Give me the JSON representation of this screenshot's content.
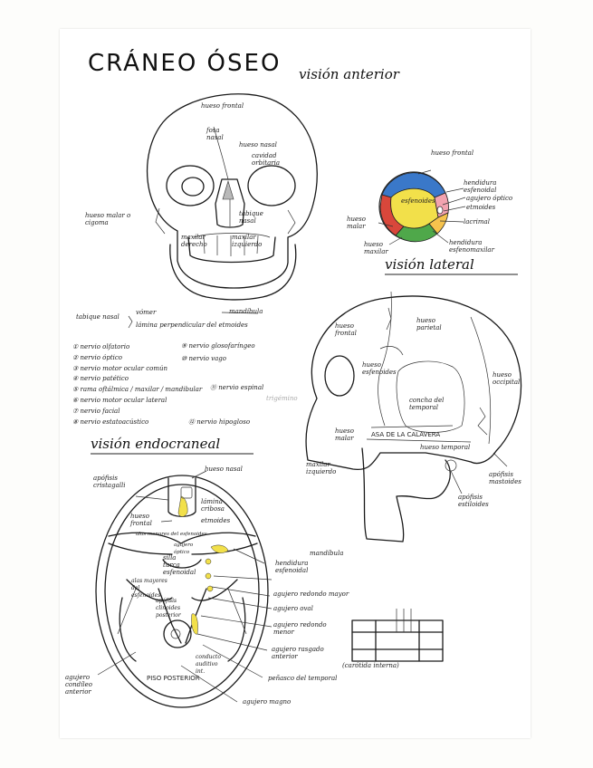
{
  "title": "CRÁNEO ÓSEO",
  "headings": {
    "anterior": "visión anterior",
    "lateral": "visión lateral",
    "endocraneal": "visión endocraneal"
  },
  "anterior_labels": {
    "hueso_frontal": "hueso frontal",
    "fosa_nasal": "fosa nasal",
    "hueso_nasal": "hueso nasal",
    "cavidad_orbitaria": "cavidad orbitaria",
    "hueso_malar": "hueso malar o cigoma",
    "tabique_nasal": "tabique nasal",
    "maxilar_derecho": "maxilar derecho",
    "maxilar_izquierdo": "maxilar izquierdo",
    "mandibula": "mandíbula"
  },
  "orbit_labels": {
    "hueso_frontal": "hueso frontal",
    "hendidura_esfenoidal": "hendidura esfenoidal",
    "agujero_optico": "agujero óptico",
    "etmoides": "etmoides",
    "esfenoides": "esfenoides",
    "lacrimal": "lacrimal",
    "hueso_malar": "hueso malar",
    "hueso_maxilar": "hueso maxilar",
    "hendidura_esfenomaxilar": "hendidura esfenomaxilar"
  },
  "orbit_colors": {
    "frontal": "#3a78c9",
    "malar": "#d9473b",
    "esfenoides": "#f2e04a",
    "maxilar": "#4fa84a",
    "etmoides": "#f3a3b0",
    "lacrimal": "#f6c34d"
  },
  "tabique": {
    "label": "tabique nasal",
    "vomer": "vómer",
    "lamina": "lámina perpendicular del etmoides"
  },
  "nerves": {
    "left": [
      "① nervio olfatorio",
      "② nervio óptico",
      "③ nervio motor ocular común",
      "④ nervio patético",
      "⑤ rama oftálmica / maxilar / mandibular",
      "⑥ nervio motor ocular lateral",
      "⑦ nervio facial",
      "⑧ nervio estatoacústico"
    ],
    "right": [
      "⑨ nervio glosofaríngeo",
      "⑩ nervio vago",
      "⑪ nervio espinal",
      "⑫ nervio hipogloso"
    ],
    "trigemino": "trigémino"
  },
  "lateral_labels": {
    "hueso_frontal": "hueso frontal",
    "hueso_parietal": "hueso parietal",
    "hueso_esfenoides": "hueso esfenoides",
    "concha_temporal": "concha del temporal",
    "hueso_occipital": "hueso occipital",
    "hueso_malar": "hueso malar",
    "asa_calavera": "ASA DE LA CALAVERA",
    "hueso_temporal": "hueso temporal",
    "maxilar_izquierdo": "maxilar izquierdo",
    "apofisis_mastoides": "apófisis mastoides",
    "apofisis_estiloides": "apófisis estiloides",
    "mandibula": "mandíbula"
  },
  "endo_labels": {
    "apofisis_crista": "apófisis cristagalli",
    "hueso_nasal": "hueso nasal",
    "lamina_cribosa": "lámina cribosa",
    "etmoides": "etmoides",
    "hueso_frontal": "hueso frontal",
    "alas_menores": "alas menores del esfenoides",
    "agujero_optico": "agujero óptico",
    "silla_turca": "silla turca esfenoidal",
    "hendidura_esfenoidal": "hendidura esfenoidal",
    "alas_mayores": "alas mayores del esfenoides",
    "agujero_redondo_mayor": "agujero redondo mayor",
    "agujero_oval": "agujero oval",
    "apofisis_clinoides": "apófisis clinoides posterior",
    "agujero_redondo_menor": "agujero redondo menor",
    "agujero_rasgado": "agujero rasgado anterior",
    "conducto_auditivo": "conducto auditivo int.",
    "carotida": "(carótida interna)",
    "piso_posterior": "PISO POSTERIOR",
    "penasco": "peñasco del temporal",
    "agujero_condileo": "agujero condíleo anterior",
    "agujero_magno": "agujero magno"
  }
}
